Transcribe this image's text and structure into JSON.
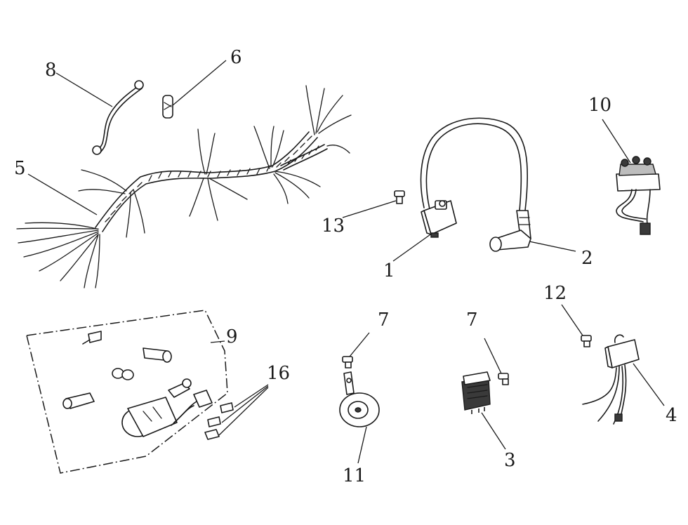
{
  "diagram": {
    "callouts": [
      {
        "id": "c1",
        "label": "1"
      },
      {
        "id": "c2",
        "label": "2"
      },
      {
        "id": "c3",
        "label": "3"
      },
      {
        "id": "c4",
        "label": "4"
      },
      {
        "id": "c5",
        "label": "5"
      },
      {
        "id": "c6",
        "label": "6"
      },
      {
        "id": "c7a",
        "label": "7"
      },
      {
        "id": "c7b",
        "label": "7"
      },
      {
        "id": "c8",
        "label": "8"
      },
      {
        "id": "c9",
        "label": "9"
      },
      {
        "id": "c10",
        "label": "10"
      },
      {
        "id": "c11",
        "label": "11"
      },
      {
        "id": "c12",
        "label": "12"
      },
      {
        "id": "c13",
        "label": "13"
      },
      {
        "id": "c16",
        "label": "16"
      }
    ]
  }
}
